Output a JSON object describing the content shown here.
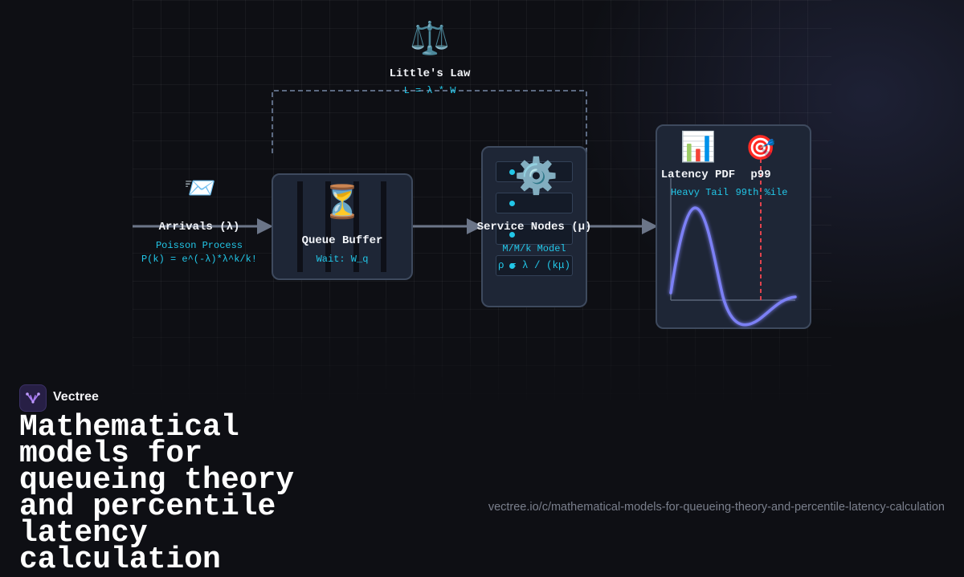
{
  "brand": {
    "name": "Vectree",
    "headline": "Mathematical models for queueing theory and percentile latency calculation",
    "url": "vectree.io/c/mathematical-models-for-queueing-theory-and-percentile-latency-calculation"
  },
  "diagram": {
    "littles_law": {
      "icon": "balance-scale-icon",
      "title": "Little's Law",
      "formula": "L = λ * W"
    },
    "arrivals": {
      "icon": "incoming-envelope-icon",
      "title": "Arrivals (λ)",
      "subtitle": "Poisson Process",
      "formula": "P(k) = e^(-λ)*λ^k/k!"
    },
    "queue": {
      "icon": "hourglass-icon",
      "title": "Queue Buffer",
      "subtitle": "Wait: W_q"
    },
    "service": {
      "icon": "gear-icon",
      "title": "Service Nodes (μ)",
      "subtitle": "M/M/k Model",
      "formula": "ρ = λ / (kμ)"
    },
    "latency": {
      "icon_pdf": "bar-chart-icon",
      "icon_p99": "target-icon",
      "title": "Latency PDF",
      "p99_label": "p99",
      "tail_label": "Heavy Tail",
      "percentile_label": "99th %ile"
    }
  },
  "colors": {
    "background": "#0e0f14",
    "card": "#1e2636",
    "card_border": "#3e4a5e",
    "accent_cyan": "#22c7e8",
    "curve": "#7b80f5",
    "p99_marker": "#e0434d",
    "arrow": "#6b7588"
  }
}
